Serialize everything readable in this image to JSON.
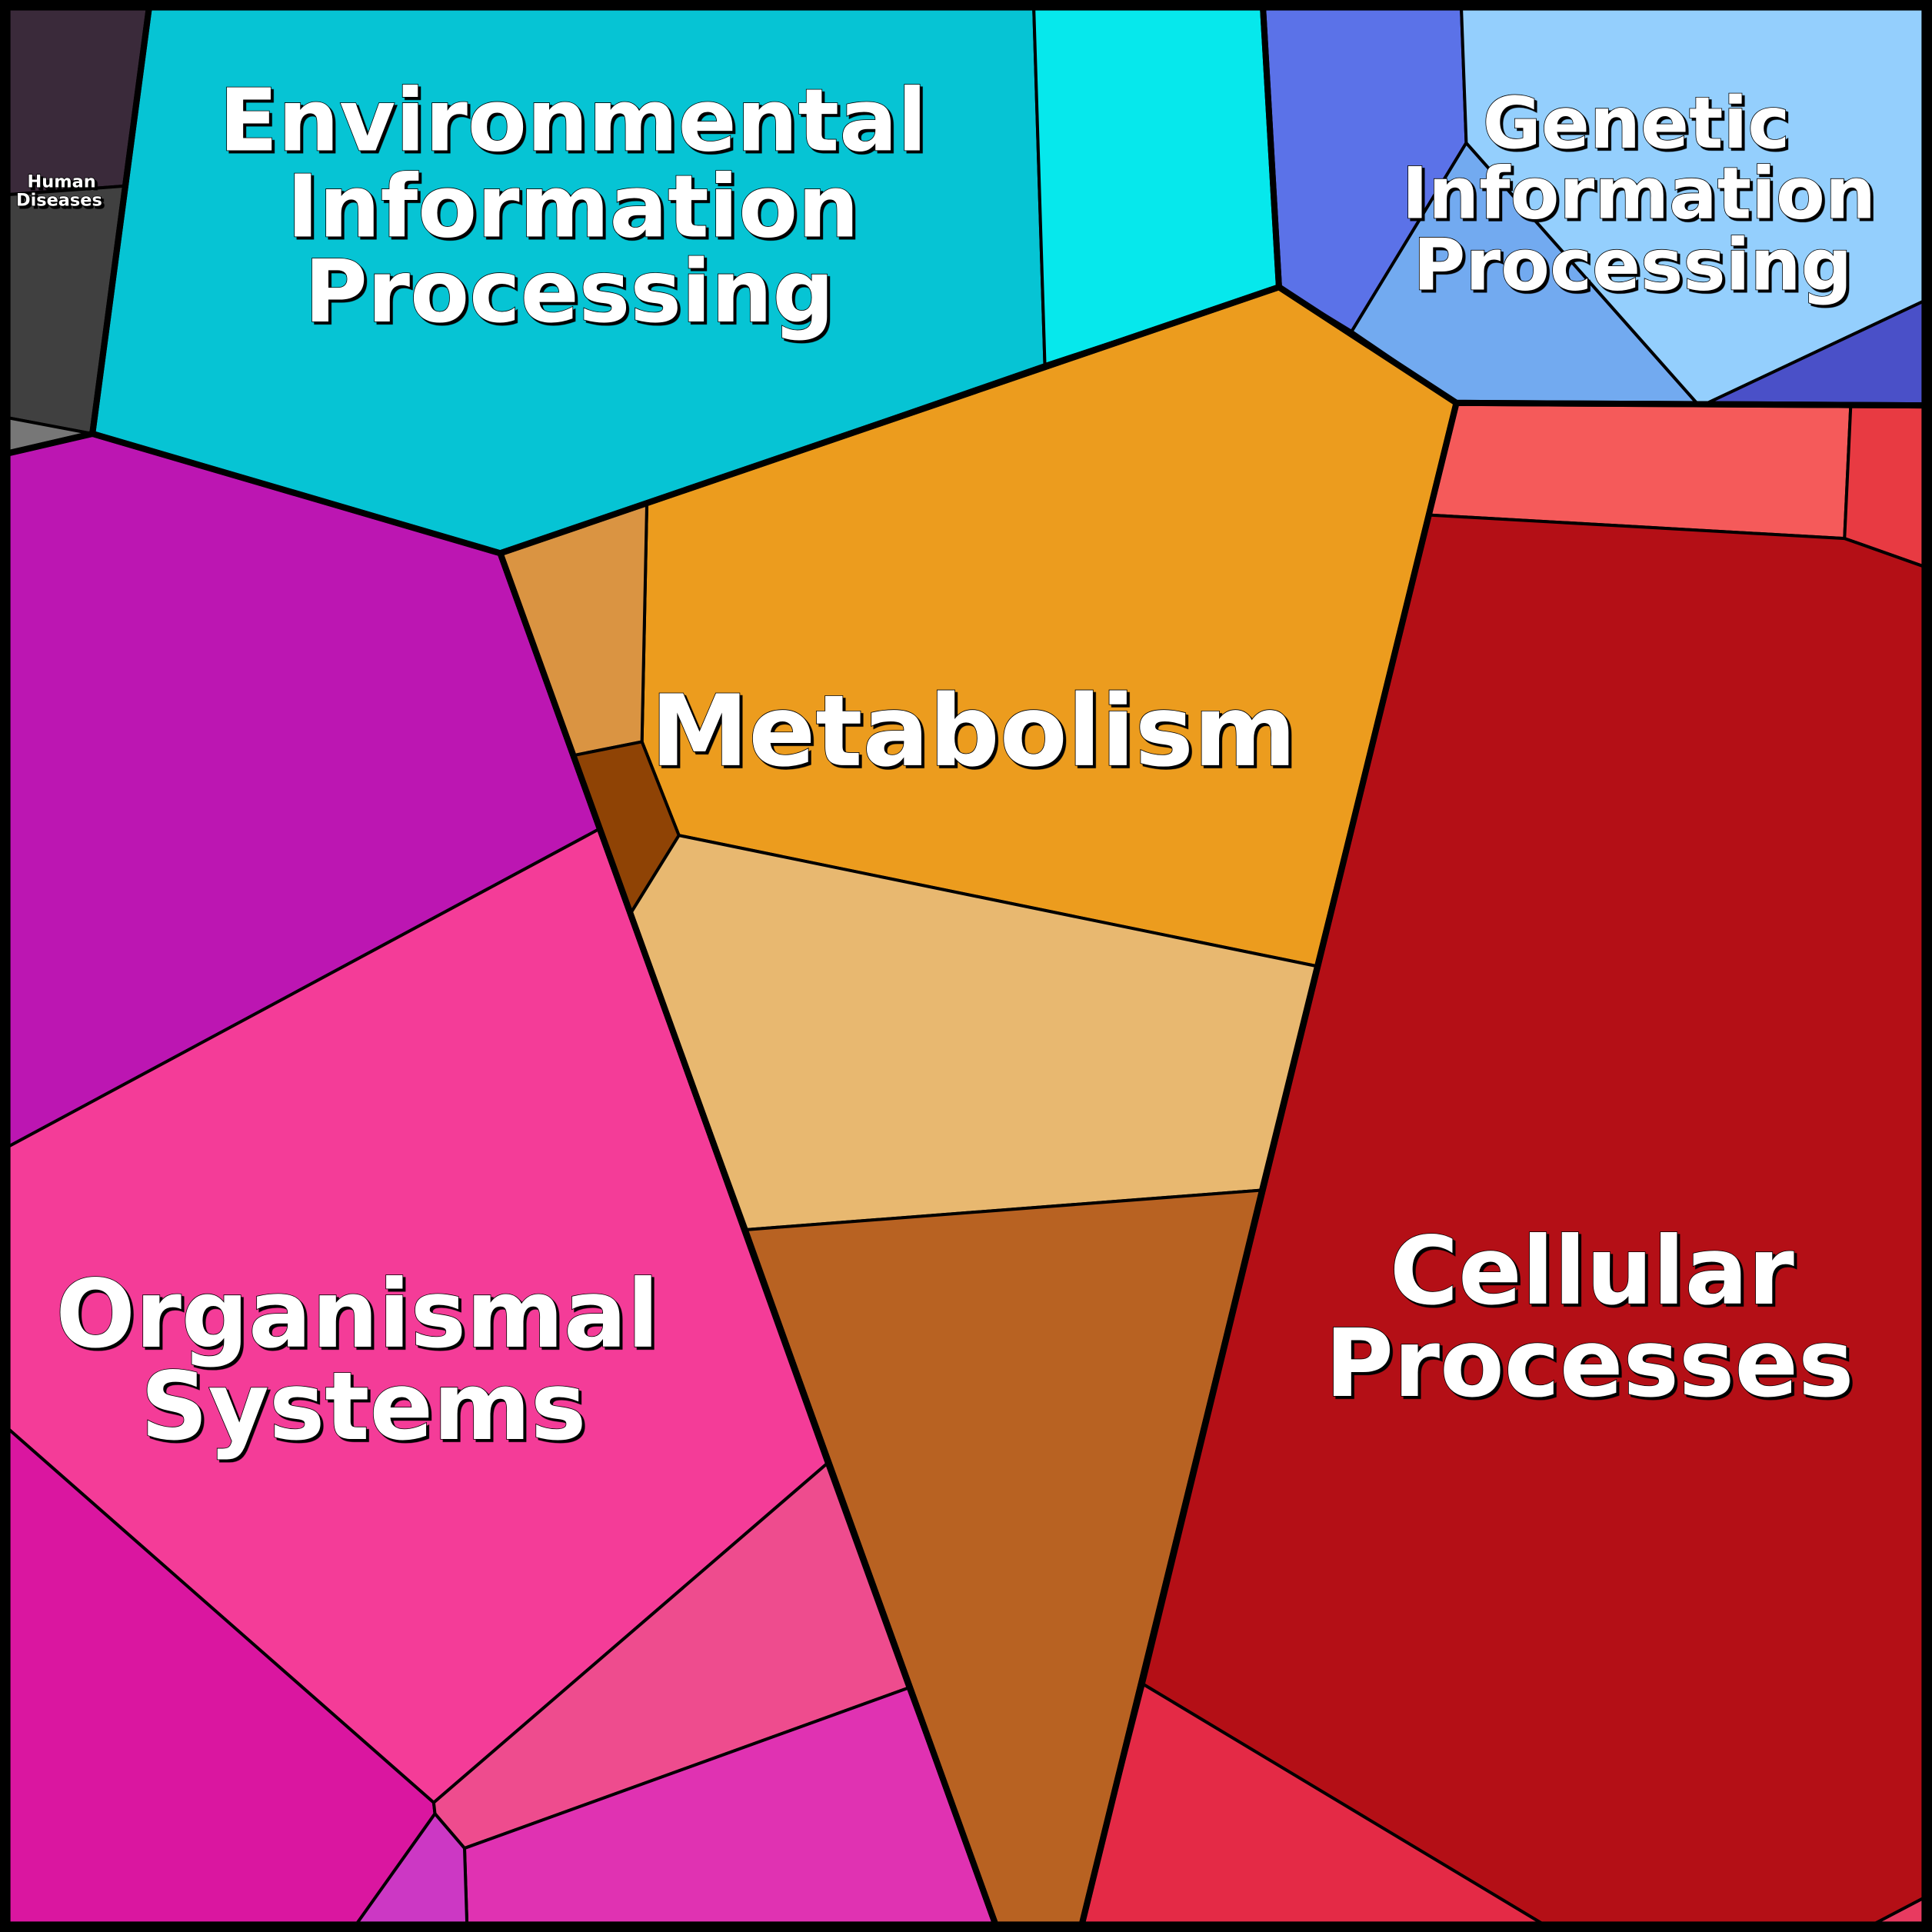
{
  "chart_data": {
    "type": "voronoi-treemap",
    "title": "",
    "categories": [
      {
        "name": "Human Diseases",
        "label_lines": [
          "Human",
          "Diseases"
        ],
        "cell_colors": [
          "#3a2a3a",
          "#404040",
          "#777777"
        ]
      },
      {
        "name": "Environmental Information Processing",
        "label_lines": [
          "Environmental",
          "Information",
          "Processing"
        ],
        "cell_colors": [
          "#06c4d4",
          "#06e8ec"
        ]
      },
      {
        "name": "Genetic Information Processing",
        "label_lines": [
          "Genetic",
          "Information",
          "Processing"
        ],
        "cell_colors": [
          "#5b72e8",
          "#72aaf0",
          "#94cffd",
          "#4a50c8"
        ]
      },
      {
        "name": "Metabolism",
        "label_lines": [
          "Metabolism"
        ],
        "cell_colors": [
          "#ec9c1e",
          "#da9442",
          "#8f4305",
          "#e8b870",
          "#b86222"
        ]
      },
      {
        "name": "Cellular Processes",
        "label_lines": [
          "Cellular",
          "Processes"
        ],
        "cell_colors": [
          "#f55a5a",
          "#e83a42",
          "#b40f16",
          "#e42a46",
          "#e83a60"
        ]
      },
      {
        "name": "Organismal Systems",
        "label_lines": [
          "Organismal",
          "Systems"
        ],
        "cell_colors": [
          "#bc16b2",
          "#f43c98",
          "#da16a0",
          "#ee4c8e",
          "#e032b2",
          "#cc38c4"
        ]
      }
    ]
  }
}
